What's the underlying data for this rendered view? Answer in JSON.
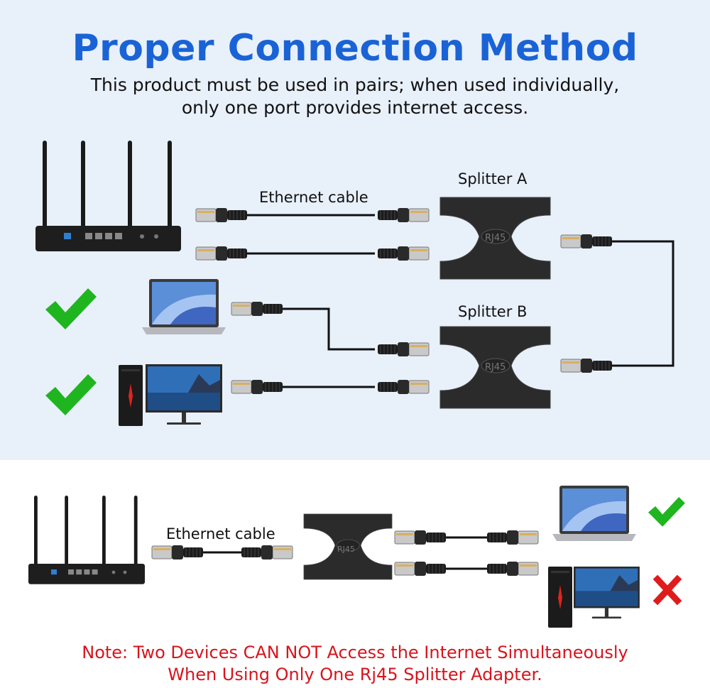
{
  "title": "Proper Connection Method",
  "subtitle_line1": "This product must be used in pairs; when used individually,",
  "subtitle_line2": "only one port provides internet access.",
  "labels": {
    "ethernet_cable_top": "Ethernet cable",
    "splitter_a": "Splitter A",
    "splitter_b": "Splitter B",
    "ethernet_cable_bottom": "Ethernet cable",
    "rj45_a": "RJ45",
    "rj45_b": "RJ45",
    "rj45_c": "RJ45"
  },
  "note_line1": "Note: Two Devices CAN NOT Access the Internet Simultaneously",
  "note_line2": "When Using Only One Rj45 Splitter Adapter.",
  "colors": {
    "title": "#1a63d6",
    "note": "#d8141c",
    "check": "#1fb51f",
    "cross": "#e01b1b",
    "top_background": "#e8f0fa"
  },
  "icons": [
    "router-icon",
    "laptop-icon",
    "desktop-pc-icon",
    "monitor-icon",
    "splitter-icon",
    "rj45-plug-icon",
    "check-icon",
    "cross-icon"
  ]
}
